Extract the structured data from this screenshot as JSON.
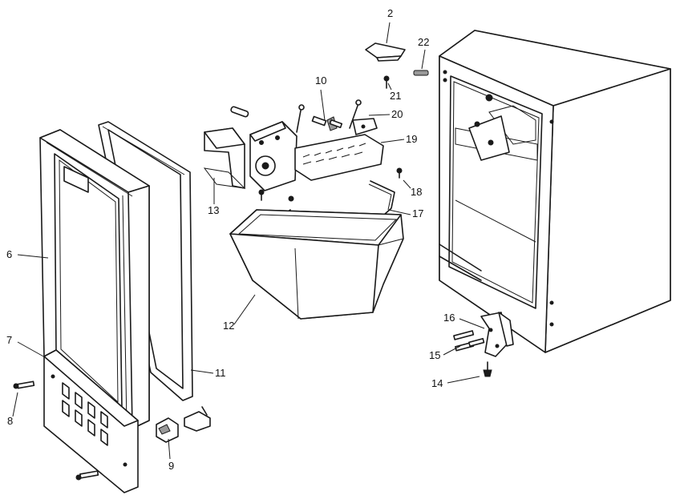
{
  "callouts": {
    "c2": "2",
    "c22": "22",
    "c10": "10",
    "c21": "21",
    "c20": "20",
    "c19": "19",
    "c18": "18",
    "c17": "17",
    "c13": "13",
    "c6": "6",
    "c7": "7",
    "c8": "8",
    "c9": "9",
    "c11": "11",
    "c12": "12",
    "c16": "16",
    "c15": "15",
    "c14": "14"
  }
}
